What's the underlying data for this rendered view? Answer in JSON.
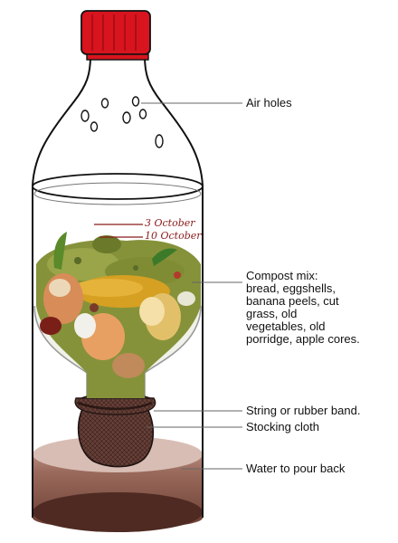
{
  "diagram": {
    "labels": {
      "air_holes": "Air holes",
      "compost_mix": [
        "Compost mix:",
        "bread, eggshells,",
        "banana peels, cut",
        "grass, old",
        "vegetables, old",
        "porridge, apple cores."
      ],
      "string": "String or rubber band.",
      "stocking": "Stocking cloth",
      "water": "Water to pour back"
    },
    "bottle_markings": [
      "3 October",
      "10 October"
    ],
    "colors": {
      "cap": "#d8141e",
      "water": "#7a4a3c",
      "compost": "#8a9a3c",
      "stocking": "#5a3a32",
      "leader": "#666666"
    }
  }
}
